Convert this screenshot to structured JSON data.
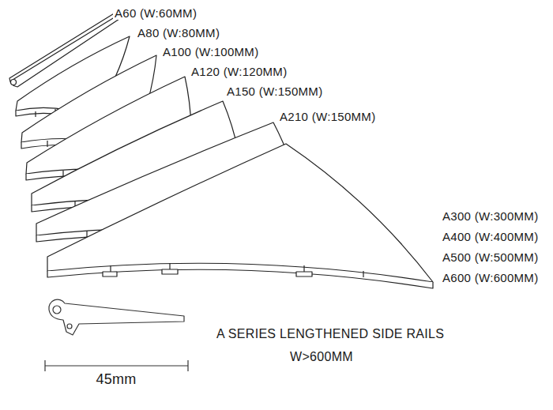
{
  "diagram": {
    "labels": [
      "A60 (W:60MM)",
      "A80 (W:80MM)",
      "A100 (W:100MM)",
      "A120 (W:120MM)",
      "A150 (W:150MM)",
      "A210 (W:150MM)",
      "A300 (W:300MM)",
      "A400 (W:400MM)",
      "A500 (W:500MM)",
      "A600 (W:600MM)",
      "A SERIES LENGTHENED SIDE RAILS",
      "W>600MM",
      "45mm"
    ]
  }
}
